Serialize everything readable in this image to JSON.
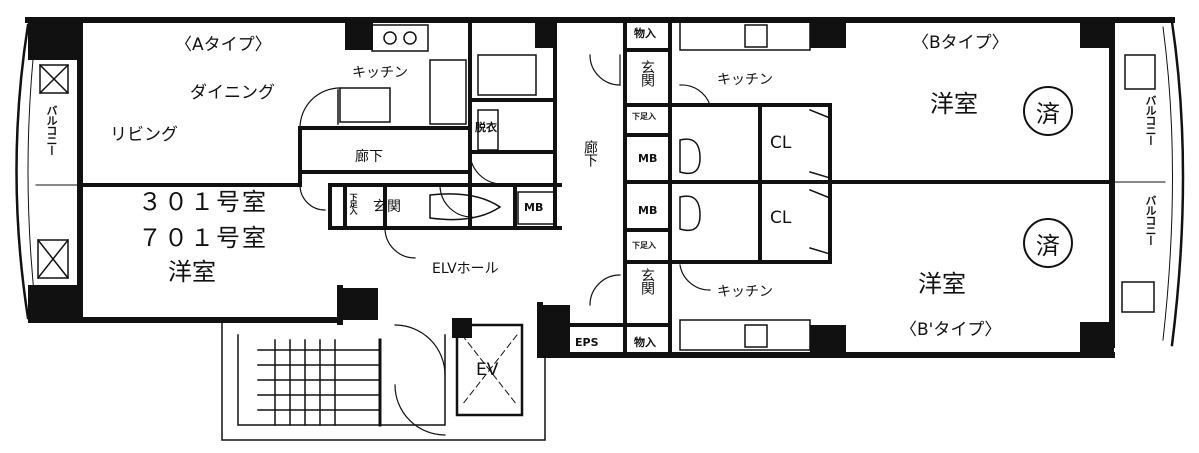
{
  "labels": {
    "type_a": "〈Aタイプ〉",
    "type_b": "〈Bタイプ〉",
    "type_b_prime": "〈B'タイプ〉",
    "dining": "ダイニング",
    "living": "リビング",
    "kitchen_a": "キッチン",
    "kitchen_b": "キッチン",
    "kitchen_b_prime": "キッチン",
    "western_room_a": "洋室",
    "western_room_b": "洋室",
    "western_room_b_prime": "洋室",
    "room_301": "３０１号室",
    "room_701": "７０１号室",
    "corridor_a": "廊下",
    "corridor_center": "廊下",
    "entrance_a": "玄関",
    "entrance_b": "玄関",
    "entrance_b_prime": "玄関",
    "shoe_box_a": "下足入",
    "shoe_box_b": "下足入",
    "shoe_box_b_prime": "下足入",
    "dressing_room": "脱衣",
    "mb_a": "MB",
    "mb_b": "MB",
    "mb_b_prime": "MB",
    "closet_b": "CL",
    "closet_b_prime": "CL",
    "storage_b": "物入",
    "storage_b_prime": "物入",
    "elv_hall": "ELVホール",
    "eps": "EPS",
    "ev": "EV",
    "balcony_left": "バルコニー",
    "balcony_right_top": "バルコニー",
    "balcony_right_bottom": "バルコニー",
    "stamp_b": "済",
    "stamp_b_prime": "済"
  }
}
